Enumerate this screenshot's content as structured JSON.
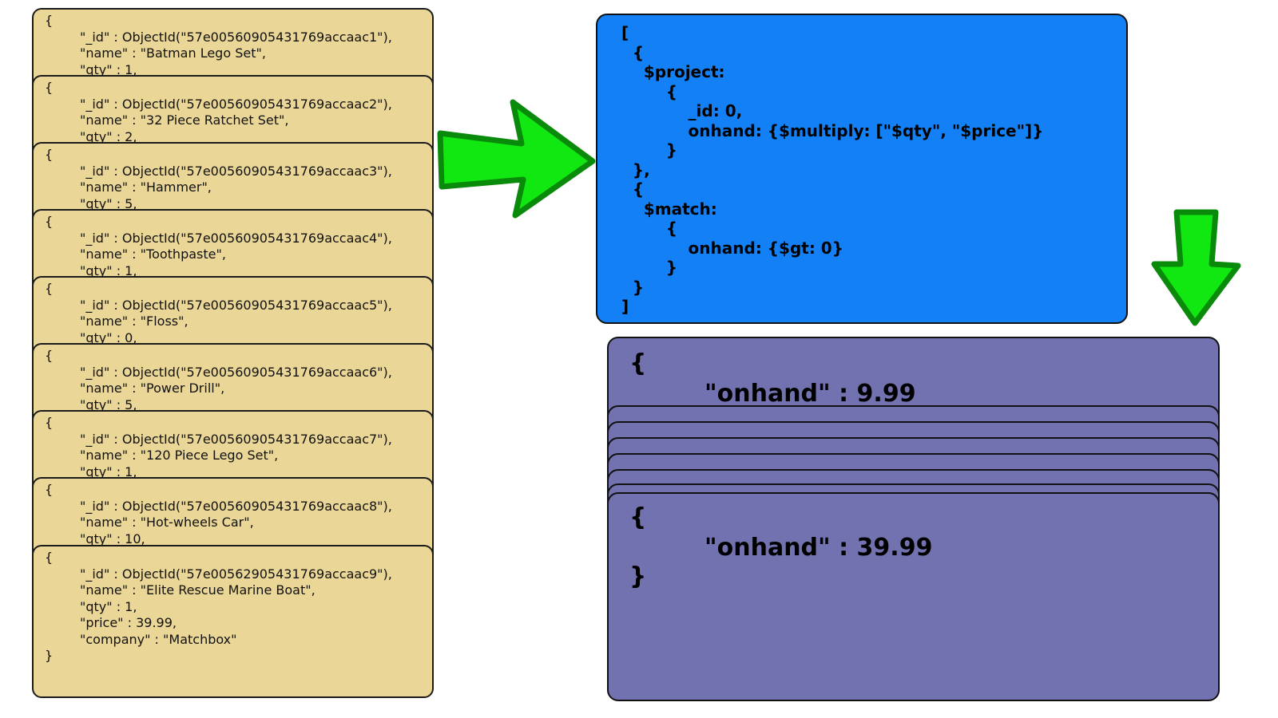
{
  "input_documents": [
    {
      "open": "{",
      "id": "\"_id\" : ObjectId(\"57e00560905431769accaac1\"),",
      "name": "\"name\" : \"Batman Lego Set\",",
      "qty": "\"qty\" : 1,"
    },
    {
      "open": "{",
      "id": "\"_id\" : ObjectId(\"57e00560905431769accaac2\"),",
      "name": "\"name\" : \"32 Piece Ratchet Set\",",
      "qty": "\"qty\" : 2,"
    },
    {
      "open": "{",
      "id": "\"_id\" : ObjectId(\"57e00560905431769accaac3\"),",
      "name": "\"name\" : \"Hammer\",",
      "qty": "\"qty\" : 5,"
    },
    {
      "open": "{",
      "id": "\"_id\" : ObjectId(\"57e00560905431769accaac4\"),",
      "name": "\"name\" : \"Toothpaste\",",
      "qty": "\"qty\" : 1,"
    },
    {
      "open": "{",
      "id": "\"_id\" : ObjectId(\"57e00560905431769accaac5\"),",
      "name": "\"name\" : \"Floss\",",
      "qty": "\"qty\" : 0,"
    },
    {
      "open": "{",
      "id": "\"_id\" : ObjectId(\"57e00560905431769accaac6\"),",
      "name": "\"name\" : \"Power Drill\",",
      "qty": "\"qty\" : 5,"
    },
    {
      "open": "{",
      "id": "\"_id\" : ObjectId(\"57e00560905431769accaac7\"),",
      "name": "\"name\" : \"120 Piece Lego Set\",",
      "qty": "\"qty\" : 1,"
    },
    {
      "open": "{",
      "id": "\"_id\" : ObjectId(\"57e00560905431769accaac8\"),",
      "name": "\"name\" : \"Hot-wheels Car\",",
      "qty": "\"qty\" : 10,"
    },
    {
      "open": "{",
      "id": "\"_id\" : ObjectId(\"57e00562905431769accaac9\"),",
      "name": "\"name\" : \"Elite Rescue Marine Boat\",",
      "qty": "\"qty\" : 1,",
      "price": "\"price\" : 39.99,",
      "company": "\"company\" : \"Matchbox\"",
      "close": "}"
    }
  ],
  "pipeline_lines": [
    "[",
    "  {",
    "    $project:",
    "        {",
    "            _id: 0,",
    "            onhand: {$multiply: [\"$qty\", \"$price\"]}",
    "        }",
    "  },",
    "  {",
    "    $match:",
    "        {",
    "            onhand: {$gt: 0}",
    "        }",
    "  }",
    "]"
  ],
  "results": {
    "first": {
      "open": "{",
      "field": "\"onhand\" : 9.99"
    },
    "last": {
      "open": "{",
      "field": "\"onhand\" : 39.99",
      "close": "}"
    }
  },
  "colors": {
    "document_fill": "#ead697",
    "pipeline_fill": "#1480f5",
    "result_fill": "#7272b0",
    "arrow_fill": "#11e811",
    "arrow_stroke": "#0a8a0a"
  }
}
